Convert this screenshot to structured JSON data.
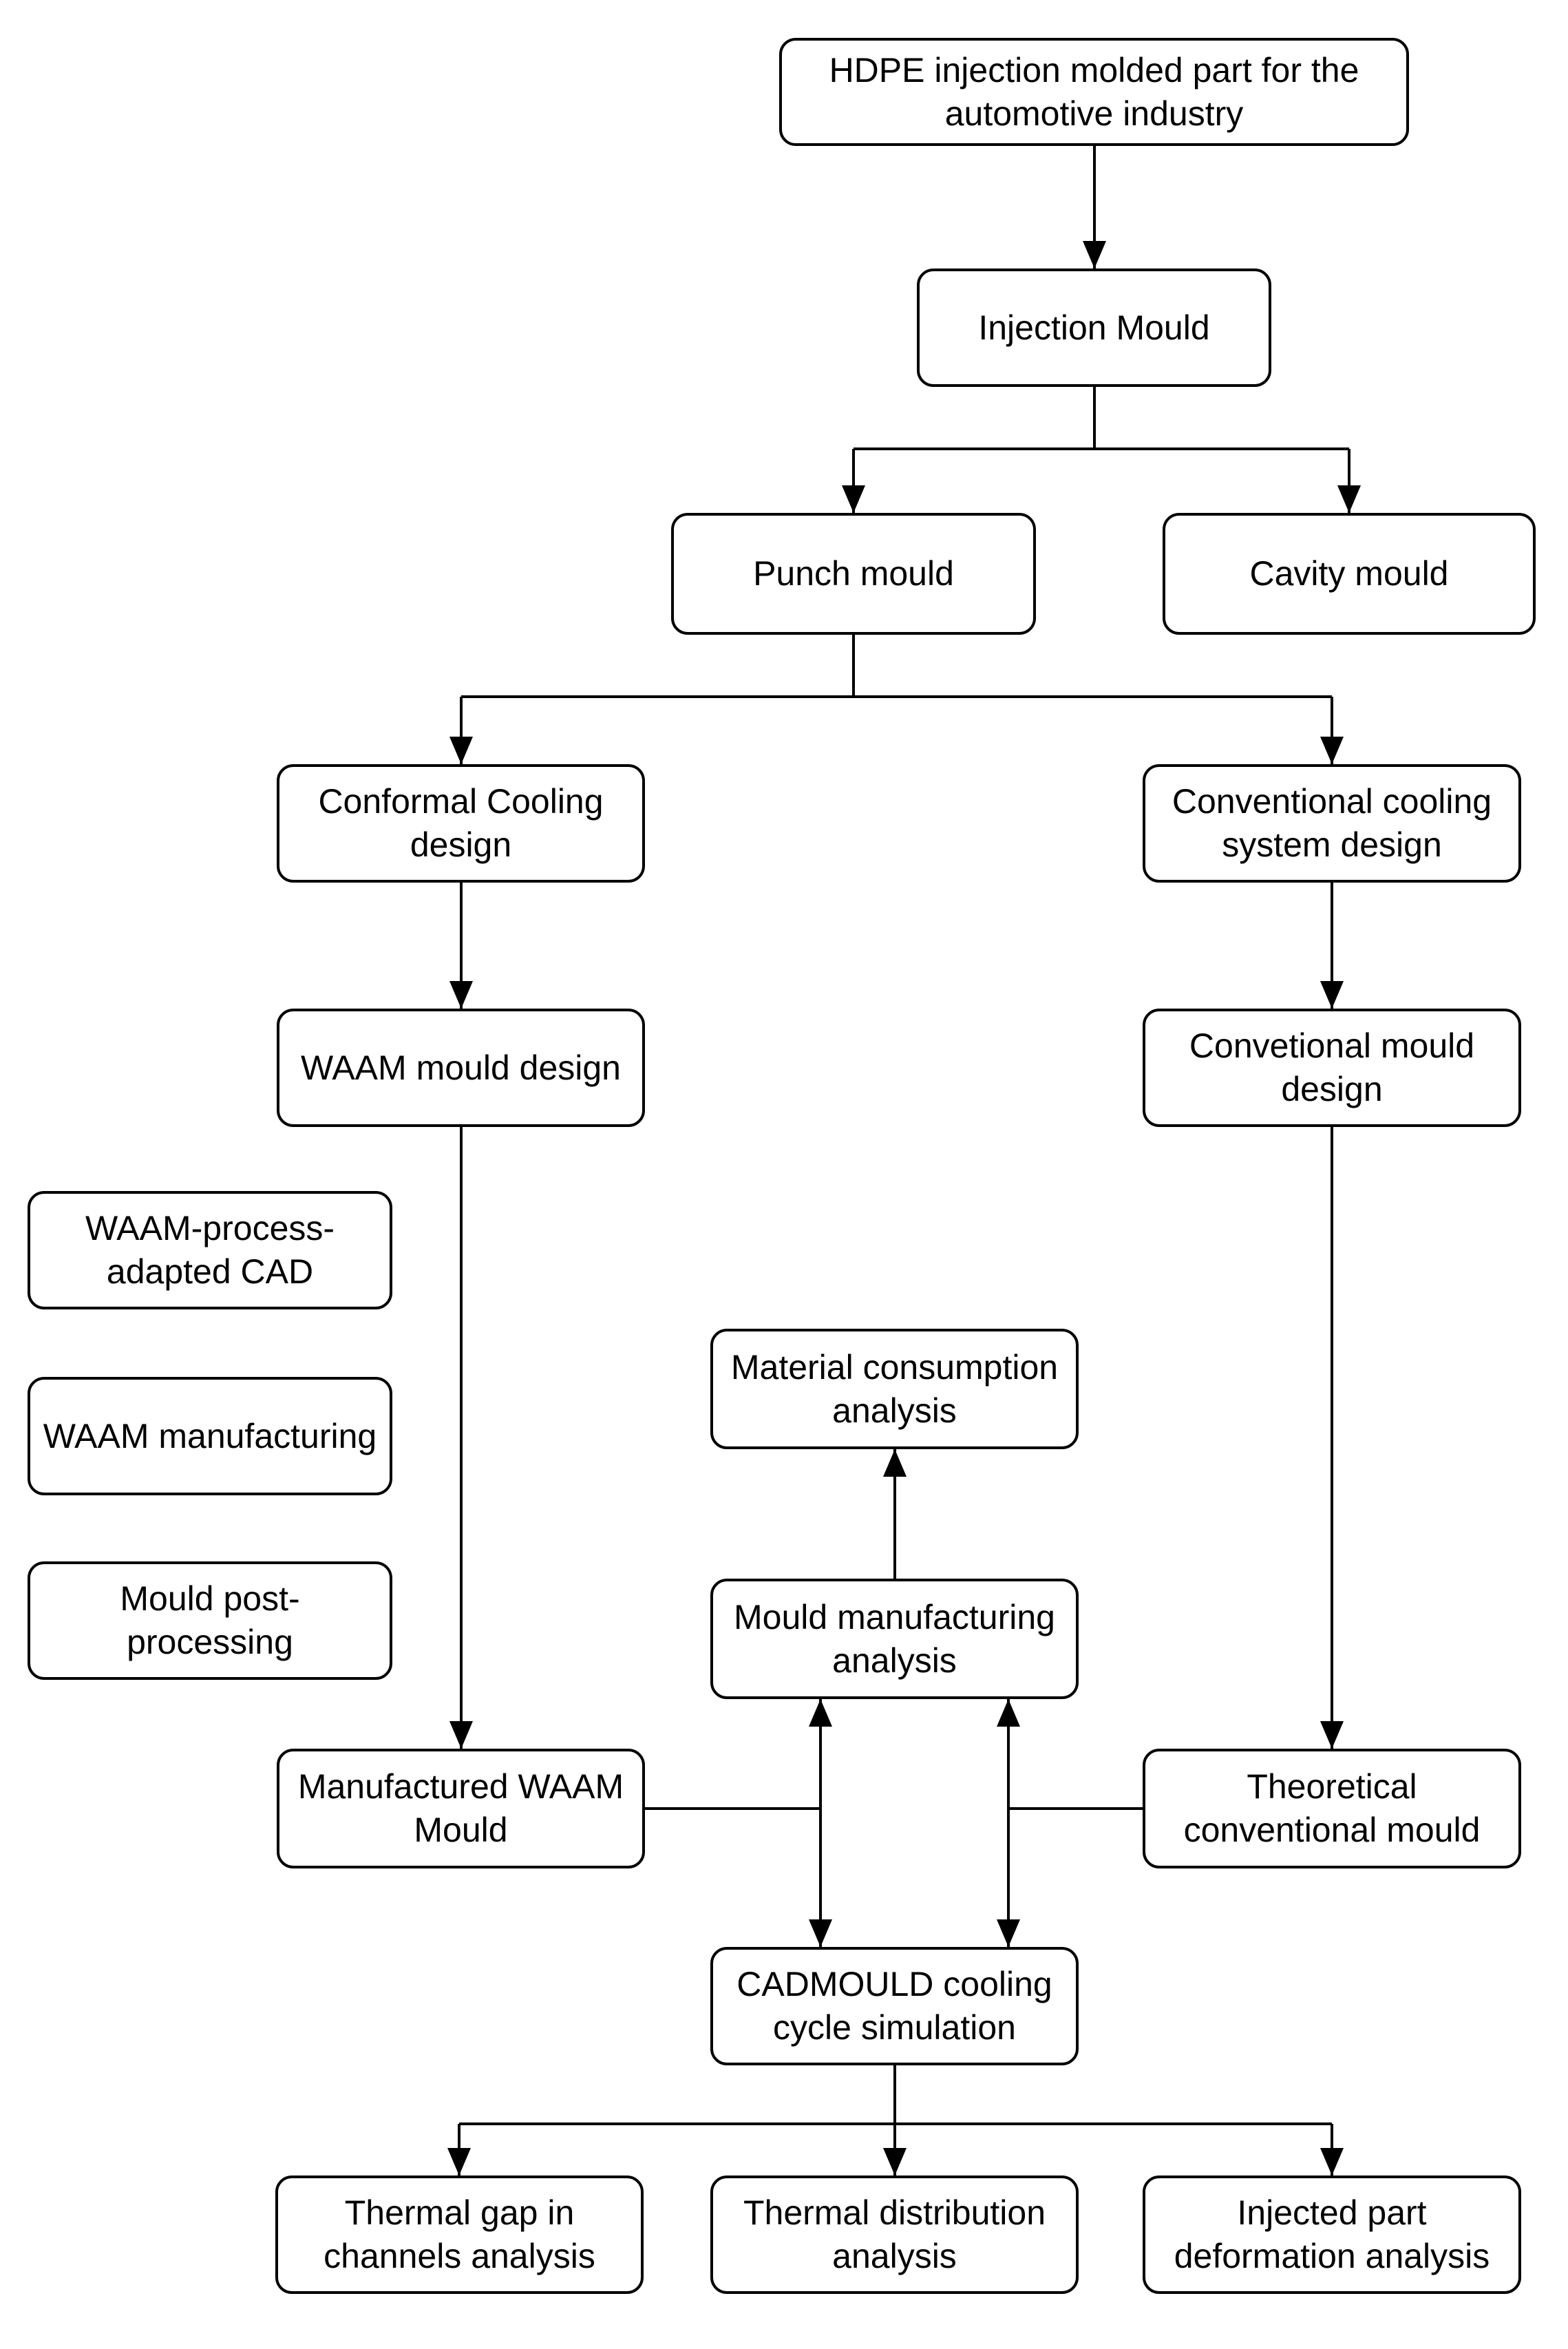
{
  "diagram": {
    "title": "Mould design and analysis flowchart",
    "colors": {
      "background": "#ffffff",
      "node_fill": "#ffffff",
      "node_border": "#000000",
      "text": "#000000",
      "connector": "#000000"
    },
    "nodes": [
      {
        "id": "hdpe-part",
        "label": "HDPE injection molded part for the\nautomotive industry"
      },
      {
        "id": "injection-mould",
        "label": "Injection Mould"
      },
      {
        "id": "punch-mould",
        "label": "Punch mould"
      },
      {
        "id": "cavity-mould",
        "label": "Cavity mould"
      },
      {
        "id": "conformal-cooling-design",
        "label": "Conformal Cooling\ndesign"
      },
      {
        "id": "conventional-cooling-system-design",
        "label": "Conventional cooling\nsystem design"
      },
      {
        "id": "waam-mould-design",
        "label": "WAAM mould design"
      },
      {
        "id": "convetional-mould-design",
        "label": "Convetional mould\ndesign"
      },
      {
        "id": "waam-process-adapted-cad",
        "label": "WAAM-process-\nadapted CAD"
      },
      {
        "id": "waam-manufacturing",
        "label": "WAAM manufacturing"
      },
      {
        "id": "mould-post-processing",
        "label": "Mould post-\nprocessing"
      },
      {
        "id": "material-consumption-analysis",
        "label": "Material consumption\nanalysis"
      },
      {
        "id": "mould-manufacturing-analysis",
        "label": "Mould manufacturing\nanalysis"
      },
      {
        "id": "manufactured-waam-mould",
        "label": "Manufactured WAAM\nMould"
      },
      {
        "id": "theoretical-conventional-mould",
        "label": "Theoretical\nconventional mould"
      },
      {
        "id": "cadmould-cooling-cycle-simulation",
        "label": "CADMOULD cooling\ncycle simulation"
      },
      {
        "id": "thermal-gap-in-channels-analysis",
        "label": "Thermal gap in\nchannels analysis"
      },
      {
        "id": "thermal-distribution-analysis",
        "label": "Thermal distribution\nanalysis"
      },
      {
        "id": "injected-part-deformation-analysis",
        "label": "Injected part\ndeformation analysis"
      }
    ],
    "edges": [
      {
        "from": "hdpe-part",
        "to": "injection-mould",
        "type": "arrow"
      },
      {
        "from": "injection-mould",
        "to": "punch-mould",
        "type": "arrow"
      },
      {
        "from": "injection-mould",
        "to": "cavity-mould",
        "type": "arrow"
      },
      {
        "from": "punch-mould",
        "to": "conformal-cooling-design",
        "type": "arrow"
      },
      {
        "from": "punch-mould",
        "to": "conventional-cooling-system-design",
        "type": "arrow"
      },
      {
        "from": "conformal-cooling-design",
        "to": "waam-mould-design",
        "type": "arrow"
      },
      {
        "from": "conventional-cooling-system-design",
        "to": "convetional-mould-design",
        "type": "arrow"
      },
      {
        "from": "waam-mould-design",
        "to": "manufactured-waam-mould",
        "type": "arrow"
      },
      {
        "from": "convetional-mould-design",
        "to": "theoretical-conventional-mould",
        "type": "arrow"
      },
      {
        "from": "mould-manufacturing-analysis",
        "to": "material-consumption-analysis",
        "type": "arrow"
      },
      {
        "from": "mould-manufacturing-analysis",
        "to": "cadmould-cooling-cycle-simulation",
        "type": "double-arrow"
      },
      {
        "from": "mould-manufacturing-analysis",
        "to": "cadmould-cooling-cycle-simulation",
        "type": "double-arrow"
      },
      {
        "from": "manufactured-waam-mould",
        "to": "left-double-arrow",
        "type": "line"
      },
      {
        "from": "theoretical-conventional-mould",
        "to": "right-double-arrow",
        "type": "line"
      },
      {
        "from": "cadmould-cooling-cycle-simulation",
        "to": "thermal-gap-in-channels-analysis",
        "type": "arrow"
      },
      {
        "from": "cadmould-cooling-cycle-simulation",
        "to": "thermal-distribution-analysis",
        "type": "arrow"
      },
      {
        "from": "cadmould-cooling-cycle-simulation",
        "to": "injected-part-deformation-analysis",
        "type": "arrow"
      }
    ]
  }
}
